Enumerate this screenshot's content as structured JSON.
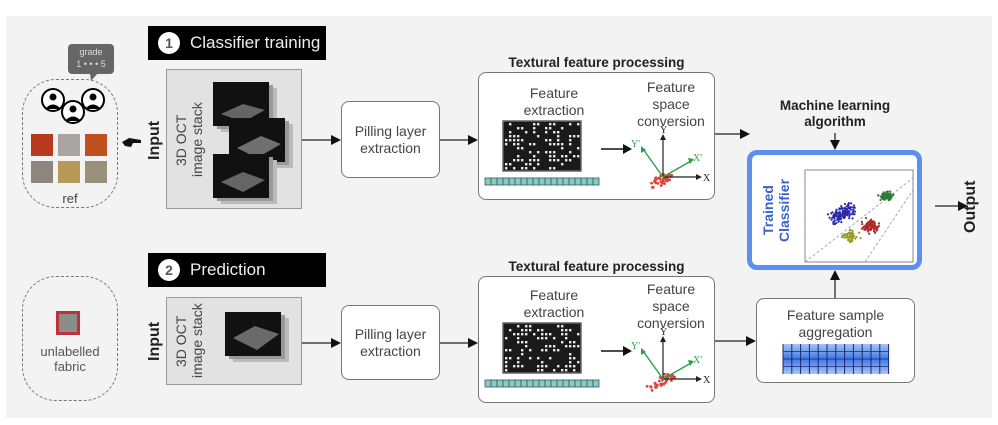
{
  "sections": {
    "training": {
      "number": "1",
      "title": "Classifier training"
    },
    "prediction": {
      "number": "2",
      "title": "Prediction"
    }
  },
  "reference": {
    "speech_bubble": {
      "line1": "grade",
      "line2": "1 • • • 5"
    },
    "label": "ref",
    "swatch_colors": [
      "#b83a1e",
      "#a9a6a2",
      "#c0501f",
      "#8f8580",
      "#b89a58",
      "#99917c"
    ]
  },
  "unlabelled": {
    "label_line1": "unlabelled",
    "label_line2": "fabric",
    "swatch_border": "#c0303c"
  },
  "input_label": "Input",
  "oct_stack": {
    "line1": "3D OCT",
    "line2": "image stack"
  },
  "pilling": {
    "line1": "Pilling layer",
    "line2": "extraction"
  },
  "textural": {
    "heading": "Textural feature processing",
    "extraction_line1": "Feature",
    "extraction_line2": "extraction",
    "conversion_line1": "Feature",
    "conversion_line2": "space",
    "conversion_line3": "conversion",
    "axes": {
      "x": "X",
      "y": "Y",
      "x_prime": "X'",
      "y_prime": "Y'"
    }
  },
  "ml_algorithm": {
    "line1": "Machine learning",
    "line2": "algorithm"
  },
  "classifier": {
    "line1": "Trained",
    "line2": "Classifier",
    "accent": "#4a86e8"
  },
  "aggregation": {
    "line1": "Feature sample",
    "line2": "aggregation"
  },
  "output_label": "Output"
}
